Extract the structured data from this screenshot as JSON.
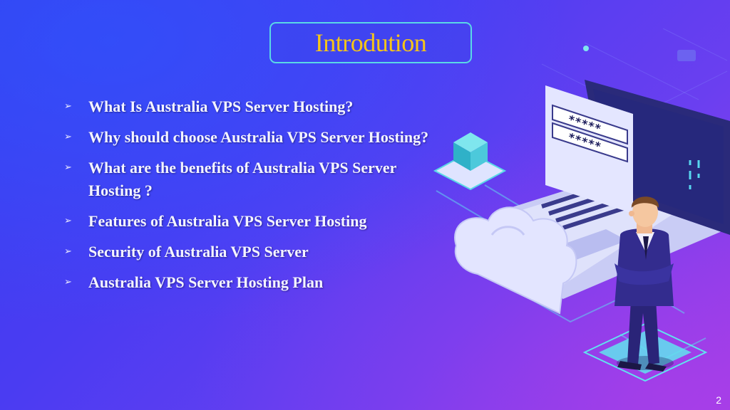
{
  "slide": {
    "title": "Introdution",
    "bullets": [
      "What Is Australia VPS Server Hosting?",
      "Why should choose Australia VPS Server Hosting?",
      "What are the benefits of Australia VPS Server Hosting ?",
      "Features of Australia VPS Server Hosting",
      "Security of Australia VPS Server",
      "Australia VPS Server Hosting Plan"
    ],
    "bullet_icon": "arrow-bullet-icon",
    "page_number": "2",
    "illustration": {
      "password_field_1": "*****",
      "password_field_2": "*****"
    }
  },
  "colors": {
    "title": "#f5c518",
    "title_border": "#5ad8e6",
    "bullet_text": "#f4f4ff",
    "background_start": "#3a3ef0",
    "background_end": "#9a3fe8"
  }
}
